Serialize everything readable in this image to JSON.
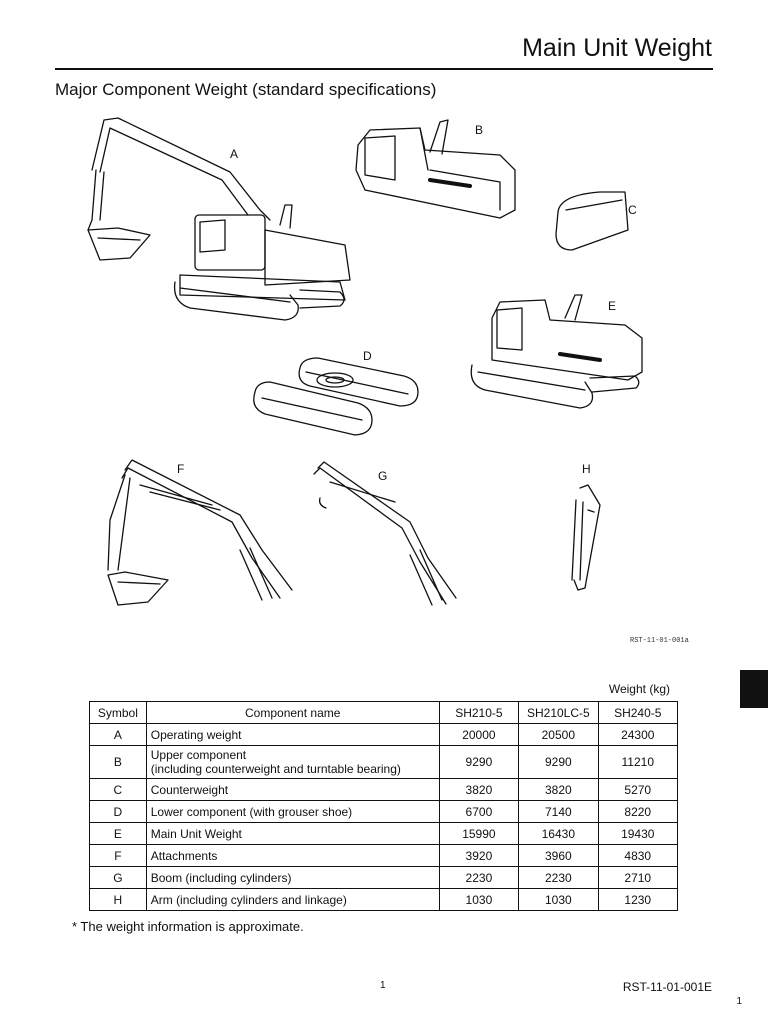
{
  "header": {
    "title": "Main Unit Weight",
    "section_heading": "Major Component Weight (standard specifications)"
  },
  "figures": {
    "labels": [
      "A",
      "B",
      "C",
      "D",
      "E",
      "F",
      "G",
      "H"
    ],
    "drawing_code": "RST-11-01-001a"
  },
  "table": {
    "unit_note": "Weight (kg)",
    "headers": [
      "Symbol",
      "Component name",
      "SH210-5",
      "SH210LC-5",
      "SH240-5"
    ],
    "rows": [
      {
        "symbol": "A",
        "name": [
          "Operating weight"
        ],
        "values": [
          "20000",
          "20500",
          "24300"
        ]
      },
      {
        "symbol": "B",
        "name": [
          "Upper component",
          "(including counterweight and turntable bearing)"
        ],
        "values": [
          "9290",
          "9290",
          "11210"
        ]
      },
      {
        "symbol": "C",
        "name": [
          "Counterweight"
        ],
        "values": [
          "3820",
          "3820",
          "5270"
        ]
      },
      {
        "symbol": "D",
        "name": [
          "Lower component (with grouser shoe)"
        ],
        "values": [
          "6700",
          "7140",
          "8220"
        ]
      },
      {
        "symbol": "E",
        "name": [
          "Main Unit Weight"
        ],
        "values": [
          "15990",
          "16430",
          "19430"
        ]
      },
      {
        "symbol": "F",
        "name": [
          "Attachments"
        ],
        "values": [
          "3920",
          "3960",
          "4830"
        ]
      },
      {
        "symbol": "G",
        "name": [
          "Boom (including cylinders)"
        ],
        "values": [
          "2230",
          "2230",
          "2710"
        ]
      },
      {
        "symbol": "H",
        "name": [
          "Arm (including cylinders and linkage)"
        ],
        "values": [
          "1030",
          "1030",
          "1230"
        ]
      }
    ]
  },
  "footer": {
    "footnote": "* The weight information is approximate.",
    "page_number": "1",
    "doc_code": "RST-11-01-001E",
    "corner_number": "1"
  }
}
